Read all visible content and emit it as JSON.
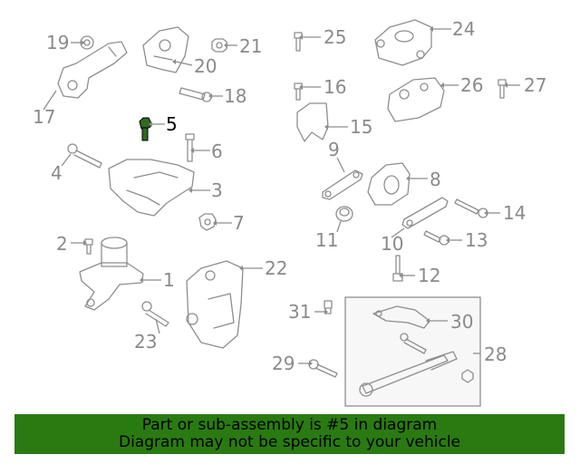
{
  "diagram": {
    "highlighted_part": "5",
    "colors": {
      "line": "#8e8e8e",
      "highlight_part": "#2e6b1f",
      "banner_bg": "#2a7a12",
      "banner_text": "#000000"
    },
    "callouts": {
      "c1": "1",
      "c2": "2",
      "c3": "3",
      "c4": "4",
      "c5": "5",
      "c6": "6",
      "c7": "7",
      "c8": "8",
      "c9": "9",
      "c10": "10",
      "c11": "11",
      "c12": "12",
      "c13": "13",
      "c14": "14",
      "c15": "15",
      "c16": "16",
      "c17": "17",
      "c18": "18",
      "c19": "19",
      "c20": "20",
      "c21": "21",
      "c22": "22",
      "c23": "23",
      "c24": "24",
      "c25": "25",
      "c26": "26",
      "c27": "27",
      "c28": "28",
      "c29": "29",
      "c30": "30",
      "c31": "31"
    }
  },
  "banner": {
    "line1": "Part or sub-assembly is #5 in diagram",
    "line2": "Diagram may not be specific to your vehicle"
  }
}
